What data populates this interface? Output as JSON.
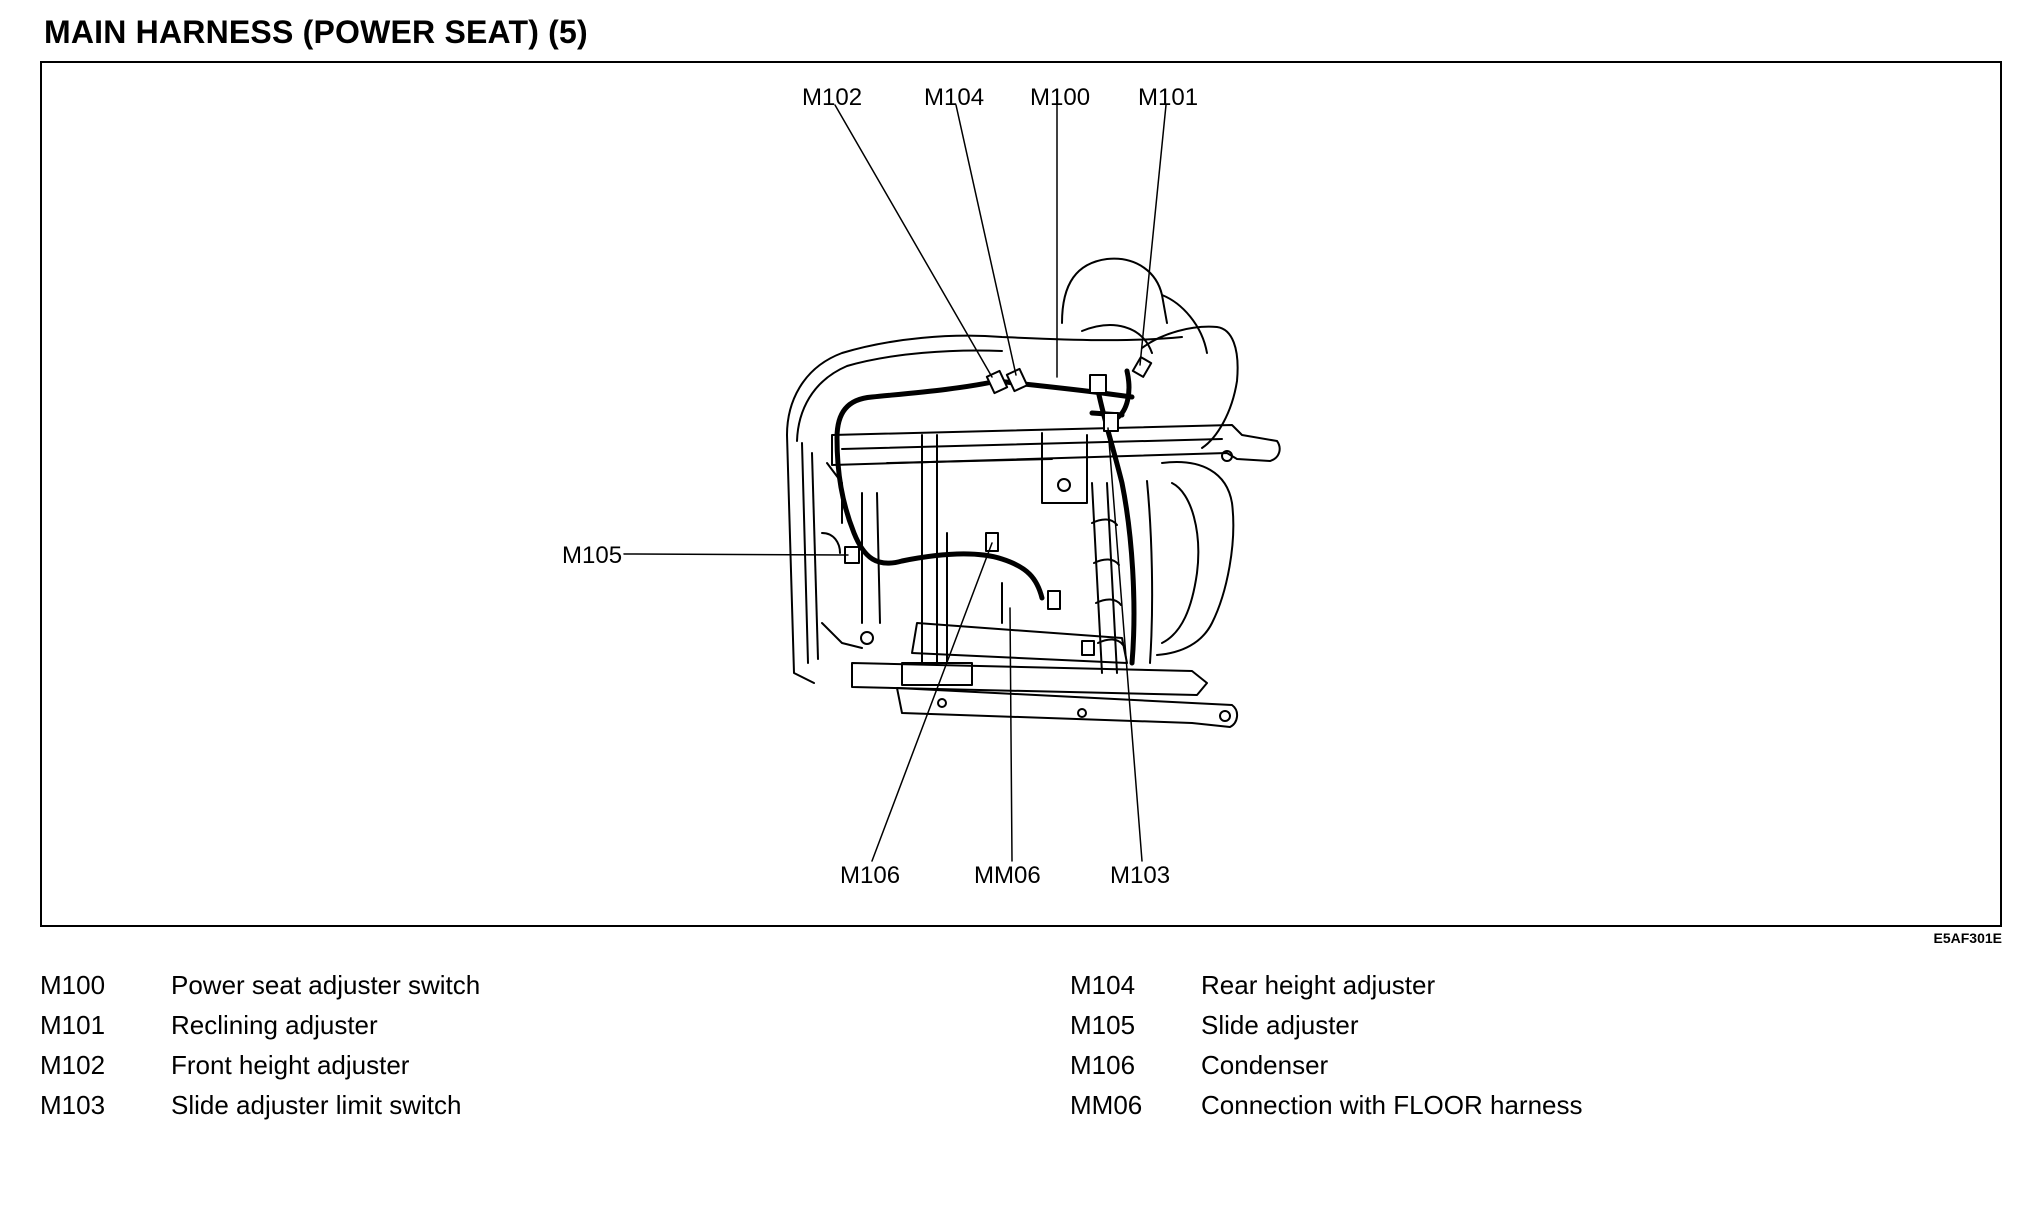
{
  "title": "MAIN HARNESS (POWER SEAT) (5)",
  "figure_code": "E5AF301E",
  "callouts": {
    "m102": "M102",
    "m104": "M104",
    "m100": "M100",
    "m101": "M101",
    "m105": "M105",
    "m106": "M106",
    "mm06": "MM06",
    "m103": "M103"
  },
  "legend": [
    {
      "code": "M100",
      "desc": "Power seat adjuster switch"
    },
    {
      "code": "M101",
      "desc": "Reclining adjuster"
    },
    {
      "code": "M102",
      "desc": "Front height adjuster"
    },
    {
      "code": "M103",
      "desc": "Slide adjuster limit switch"
    },
    {
      "code": "M104",
      "desc": "Rear height adjuster"
    },
    {
      "code": "M105",
      "desc": "Slide adjuster"
    },
    {
      "code": "M106",
      "desc": "Condenser"
    },
    {
      "code": "MM06",
      "desc": "Connection with FLOOR harness"
    }
  ]
}
